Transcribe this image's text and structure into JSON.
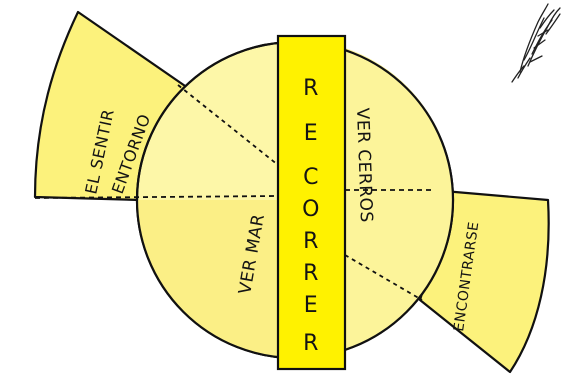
{
  "diagram": {
    "center_word": "RECORRER",
    "center_letters": [
      "R",
      "E",
      "C",
      "O",
      "R",
      "R",
      "E",
      "R"
    ],
    "left_upper_label": "VER MAR",
    "right_upper_label": "VER CERROS",
    "left_wedge_line1": "EL SENTIR",
    "left_wedge_line2": "ENTORNO",
    "right_wedge_label": "ENCONTRARSE",
    "colors": {
      "circle_light": "#fdf7a8",
      "circle_mid": "#fbf08a",
      "band": "#fff200",
      "wedge": "#fcf27c",
      "stroke": "#111111"
    }
  }
}
